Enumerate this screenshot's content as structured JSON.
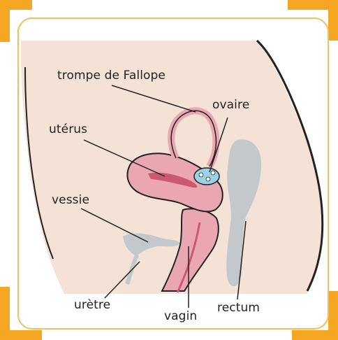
{
  "labels": {
    "trompe": "trompe de Fallope",
    "ovaire": "ovaire",
    "uterus": "utérus",
    "vessie": "vessie",
    "uretre": "urètre",
    "vagin": "vagin",
    "rectum": "rectum"
  },
  "colors": {
    "frame_accent": "#f5a623",
    "frame_border": "#f0c060",
    "skin": "#f4e2d6",
    "organ": "#eba7b1",
    "organ_dark": "#c95a72",
    "gray_organ": "#c2c8cc",
    "ovary": "#9ad3e6"
  }
}
